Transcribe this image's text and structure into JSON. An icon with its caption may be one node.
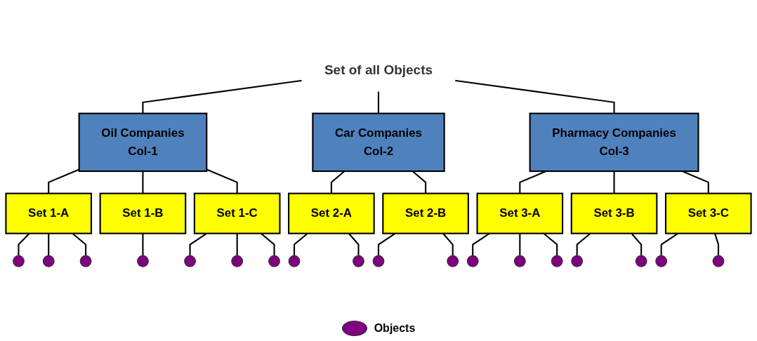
{
  "diagram": {
    "nodes": [
      {
        "text": [
          "Set of all Objects"
        ]
      },
      {
        "text": [
          "Oil Companies",
          "Col-1"
        ]
      },
      {
        "text": [
          "Car Companies",
          "Col-2"
        ]
      },
      {
        "text": [
          "Pharmacy Companies",
          "Col-3"
        ]
      },
      {
        "text": [
          "Set 1-A"
        ]
      },
      {
        "text": [
          "Set 1-B"
        ]
      },
      {
        "text": [
          "Set 1-C"
        ]
      },
      {
        "text": [
          "Set 2-A"
        ]
      },
      {
        "text": [
          "Set 2-B"
        ]
      },
      {
        "text": [
          "Set 3-A"
        ]
      },
      {
        "text": [
          "Set 3-B"
        ]
      },
      {
        "text": [
          "Set 3-C"
        ]
      },
      {
        "text": [],
        "shape": "circle"
      },
      {
        "text": [],
        "shape": "circle"
      },
      {
        "text": [],
        "shape": "circle"
      },
      {
        "text": [],
        "shape": "circle"
      },
      {
        "text": [],
        "shape": "circle"
      },
      {
        "text": [],
        "shape": "circle"
      },
      {
        "text": [],
        "shape": "circle"
      },
      {
        "text": [],
        "shape": "circle"
      },
      {
        "text": [],
        "shape": "circle"
      },
      {
        "text": [],
        "shape": "circle"
      },
      {
        "text": [],
        "shape": "circle"
      },
      {
        "text": [],
        "shape": "circle"
      },
      {
        "text": [],
        "shape": "circle"
      },
      {
        "text": [],
        "shape": "circle"
      },
      {
        "text": [],
        "shape": "circle"
      },
      {
        "text": [],
        "shape": "circle"
      },
      {
        "text": [],
        "shape": "circle"
      },
      {
        "text": [],
        "shape": "circle"
      }
    ],
    "edges": [
      {
        "from": 0,
        "to": 1,
        "arrow": "none"
      },
      {
        "from": 0,
        "to": 2,
        "arrow": "none"
      },
      {
        "from": 0,
        "to": 3,
        "arrow": "none"
      },
      {
        "from": 1,
        "to": 4,
        "arrow": "none"
      },
      {
        "from": 1,
        "to": 5,
        "arrow": "none"
      },
      {
        "from": 1,
        "to": 6,
        "arrow": "none"
      },
      {
        "from": 2,
        "to": 7,
        "arrow": "none"
      },
      {
        "from": 2,
        "to": 8,
        "arrow": "none"
      },
      {
        "from": 3,
        "to": 9,
        "arrow": "none"
      },
      {
        "from": 3,
        "to": 10,
        "arrow": "none"
      },
      {
        "from": 3,
        "to": 11,
        "arrow": "none"
      },
      {
        "from": 4,
        "to": 12,
        "arrow": "none"
      },
      {
        "from": 4,
        "to": 13,
        "arrow": "none"
      },
      {
        "from": 4,
        "to": 14,
        "arrow": "none"
      },
      {
        "from": 5,
        "to": 15,
        "arrow": "none"
      },
      {
        "from": 6,
        "to": 16,
        "arrow": "none"
      },
      {
        "from": 6,
        "to": 17,
        "arrow": "none"
      },
      {
        "from": 6,
        "to": 18,
        "arrow": "none"
      },
      {
        "from": 7,
        "to": 19,
        "arrow": "none"
      },
      {
        "from": 7,
        "to": 20,
        "arrow": "none"
      },
      {
        "from": 8,
        "to": 21,
        "arrow": "none"
      },
      {
        "from": 8,
        "to": 22,
        "arrow": "none"
      },
      {
        "from": 9,
        "to": 23,
        "arrow": "none"
      },
      {
        "from": 9,
        "to": 24,
        "arrow": "none"
      },
      {
        "from": 9,
        "to": 25,
        "arrow": "none"
      },
      {
        "from": 10,
        "to": 26,
        "arrow": "none"
      },
      {
        "from": 10,
        "to": 27,
        "arrow": "none"
      },
      {
        "from": 11,
        "to": 28,
        "arrow": "none"
      },
      {
        "from": 11,
        "to": 29,
        "arrow": "none"
      }
    ],
    "legend": [
      {
        "text": "Objects"
      }
    ]
  }
}
